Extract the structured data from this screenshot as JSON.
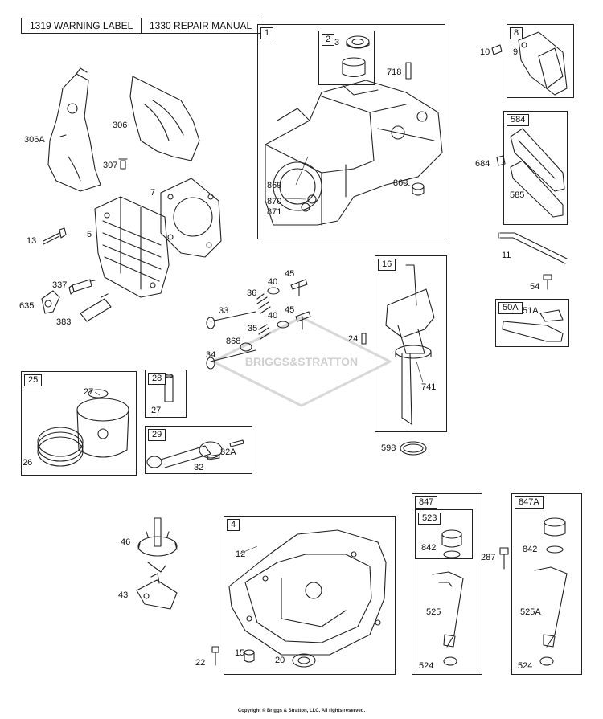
{
  "links": {
    "warning_label": "1319 WARNING LABEL",
    "repair_manual": "1330 REPAIR MANUAL"
  },
  "kits": {
    "k1": "1",
    "k2": "2",
    "k8": "8",
    "k584": "584",
    "k16": "16",
    "k50a": "50A",
    "k25": "25",
    "k28": "28",
    "k29": "29",
    "k4": "4",
    "k847": "847",
    "k523": "523",
    "k847a": "847A"
  },
  "parts": {
    "p3": "3",
    "p718": "718",
    "p10": "10",
    "p9": "9",
    "p306a": "306A",
    "p306": "306",
    "p307": "307",
    "p684": "684",
    "p585": "585",
    "p7": "7",
    "p869": "869",
    "p870": "870",
    "p871": "871",
    "p868a": "868",
    "p13": "13",
    "p5": "5",
    "p11": "11",
    "p54": "54",
    "p51a": "51A",
    "p337": "337",
    "p635": "635",
    "p383": "383",
    "p40a": "40",
    "p45a": "45",
    "p36": "36",
    "p33": "33",
    "p40b": "40",
    "p45b": "45",
    "p35": "35",
    "p868b": "868",
    "p34": "34",
    "p24": "24",
    "p741": "741",
    "p27a": "27",
    "p26": "26",
    "p27b": "27",
    "p32a": "32A",
    "p32": "32",
    "p598": "598",
    "p46": "46",
    "p12": "12",
    "p842a": "842",
    "p287": "287",
    "p842b": "842",
    "p43": "43",
    "p525": "525",
    "p525a": "525A",
    "p22": "22",
    "p15": "15",
    "p20": "20",
    "p524a": "524",
    "p524b": "524"
  },
  "watermark": "BRIGGS&STRATTON",
  "copyright": "Copyright © Briggs & Stratton, LLC. All rights reserved."
}
